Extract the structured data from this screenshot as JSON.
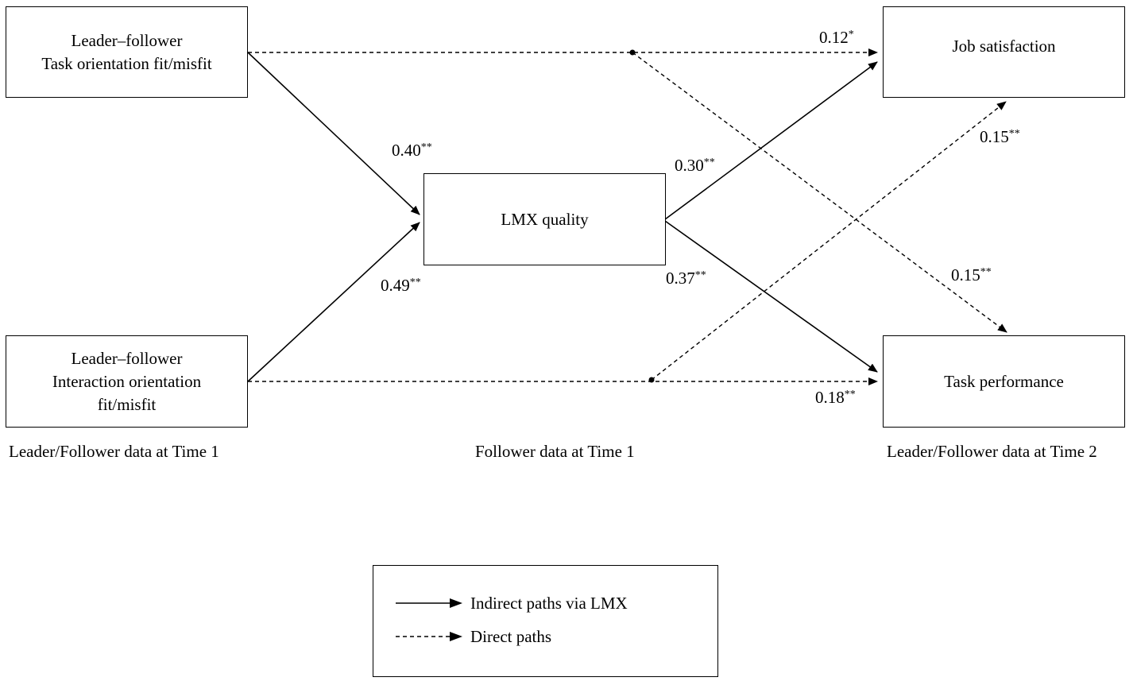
{
  "nodes": {
    "task_fit": {
      "lines": [
        "Leader–follower",
        "Task orientation fit/misfit"
      ]
    },
    "interaction_fit": {
      "lines": [
        "Leader–follower",
        "Interaction orientation",
        "fit/misfit"
      ]
    },
    "lmx": {
      "lines": [
        "LMX quality"
      ]
    },
    "job_satisfaction": {
      "lines": [
        "Job satisfaction"
      ]
    },
    "task_performance": {
      "lines": [
        "Task performance"
      ]
    }
  },
  "coefficients": {
    "task_to_lmx": {
      "value": "0.40",
      "sig": "**"
    },
    "interaction_to_lmx": {
      "value": "0.49",
      "sig": "**"
    },
    "lmx_to_job": {
      "value": "0.30",
      "sig": "**"
    },
    "lmx_to_perf": {
      "value": "0.37",
      "sig": "**"
    },
    "task_to_job": {
      "value": "0.12",
      "sig": "*"
    },
    "interaction_to_job": {
      "value": "0.15",
      "sig": "**"
    },
    "task_to_perf": {
      "value": "0.15",
      "sig": "**"
    },
    "interaction_to_perf": {
      "value": "0.18",
      "sig": "**"
    }
  },
  "captions": {
    "left": "Leader/Follower data at Time 1",
    "middle": "Follower data at Time 1",
    "right": "Leader/Follower data at Time 2"
  },
  "legend": {
    "indirect": "Indirect paths via LMX",
    "direct": "Direct paths"
  }
}
